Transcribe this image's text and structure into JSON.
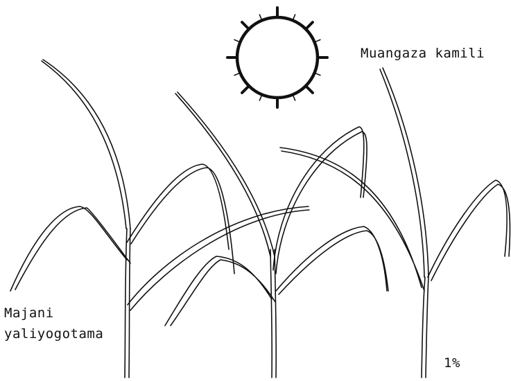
{
  "labels": {
    "full_light": "Muangaza kamili",
    "bent_leaves_line1": "Majani",
    "bent_leaves_line2": "yaliyogotama",
    "percent": "1%"
  },
  "icons": [
    "sun-icon",
    "grass-plant-left",
    "grass-plant-middle",
    "grass-plant-right"
  ],
  "colors": {
    "line": "#111111",
    "background": "#ffffff"
  }
}
